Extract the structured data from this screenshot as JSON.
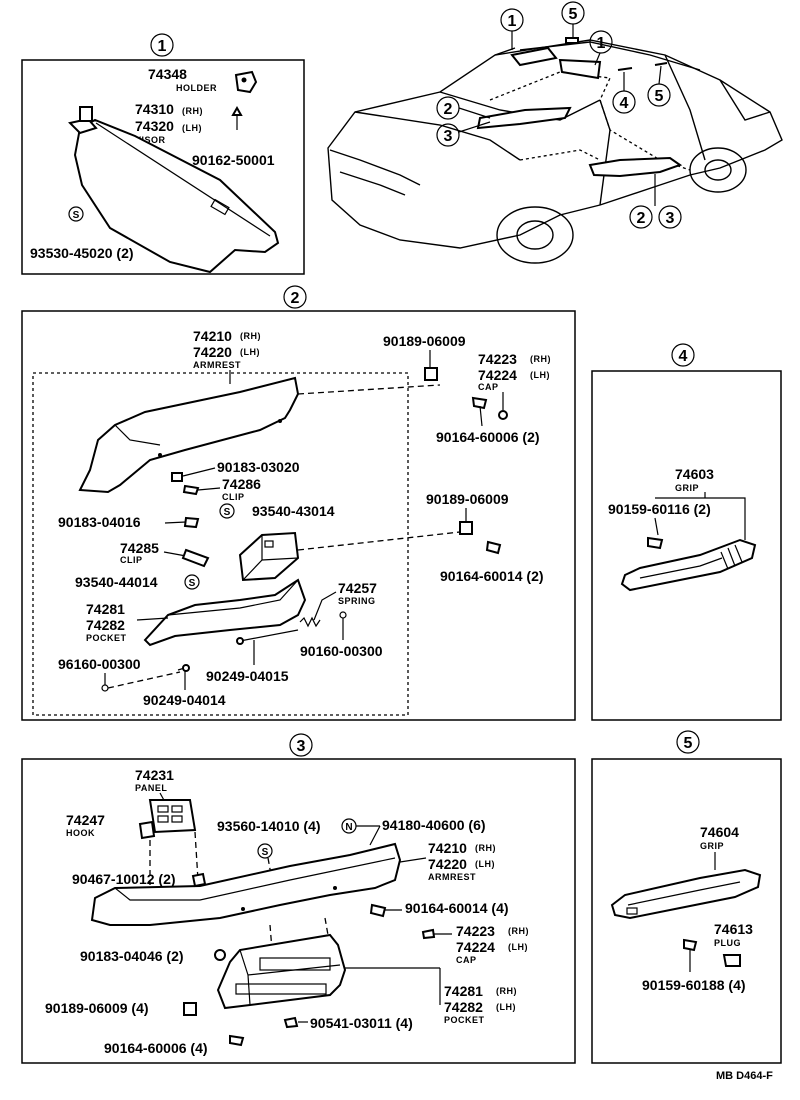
{
  "callouts": {
    "c1": "1",
    "c2": "2",
    "c3": "3",
    "c4": "4",
    "c5": "5",
    "s": "S",
    "n": "N"
  },
  "sec1": {
    "p74348": "74348",
    "holder": "HOLDER",
    "p74310": "74310",
    "p74320": "74320",
    "rh": "(RH)",
    "lh": "(LH)",
    "visor": "VISOR",
    "p90162": "90162-50001",
    "p93530": "93530-45020 (2)"
  },
  "sec2": {
    "p74210": "74210",
    "p74220": "74220",
    "rh": "(RH)",
    "lh": "(LH)",
    "armrest": "ARMREST",
    "p90189a": "90189-06009",
    "p74223": "74223",
    "p74224": "74224",
    "cap": "CAP",
    "p90164a": "90164-60006 (2)",
    "p90183a": "90183-03020",
    "p74286": "74286",
    "clip1": "CLIP",
    "p93540a": "93540-43014",
    "p90183b": "90183-04016",
    "p90189b": "90189-06009",
    "p74285": "74285",
    "clip2": "CLIP",
    "p93540b": "93540-44014",
    "p90164b": "90164-60014 (2)",
    "p74257": "74257",
    "spring": "SPRING",
    "p74281": "74281",
    "p74282": "74282",
    "pocket": "POCKET",
    "p90160": "90160-00300",
    "p96160": "96160-00300",
    "p90249a": "90249-04015",
    "p90249b": "90249-04014"
  },
  "sec3": {
    "p74231": "74231",
    "panel": "PANEL",
    "p74247": "74247",
    "hook": "HOOK",
    "p93560": "93560-14010 (4)",
    "p94180": "94180-40600 (6)",
    "p74210": "74210",
    "p74220": "74220",
    "rh": "(RH)",
    "lh": "(LH)",
    "armrest": "ARMREST",
    "p90467": "90467-10012 (2)",
    "p90164a": "90164-60014 (4)",
    "p74223": "74223",
    "p74224": "74224",
    "cap": "CAP",
    "p90183": "90183-04046 (2)",
    "p74281": "74281",
    "p74282": "74282",
    "pocket": "POCKET",
    "p90189": "90189-06009 (4)",
    "p90541": "90541-03011 (4)",
    "p90164b": "90164-60006 (4)"
  },
  "sec4": {
    "p74603": "74603",
    "grip": "GRIP",
    "p90159": "90159-60116 (2)"
  },
  "sec5": {
    "p74604": "74604",
    "grip": "GRIP",
    "p74613": "74613",
    "plug": "PLUG",
    "p90159": "90159-60188 (4)"
  },
  "footer": {
    "code": "MB D464-F"
  }
}
